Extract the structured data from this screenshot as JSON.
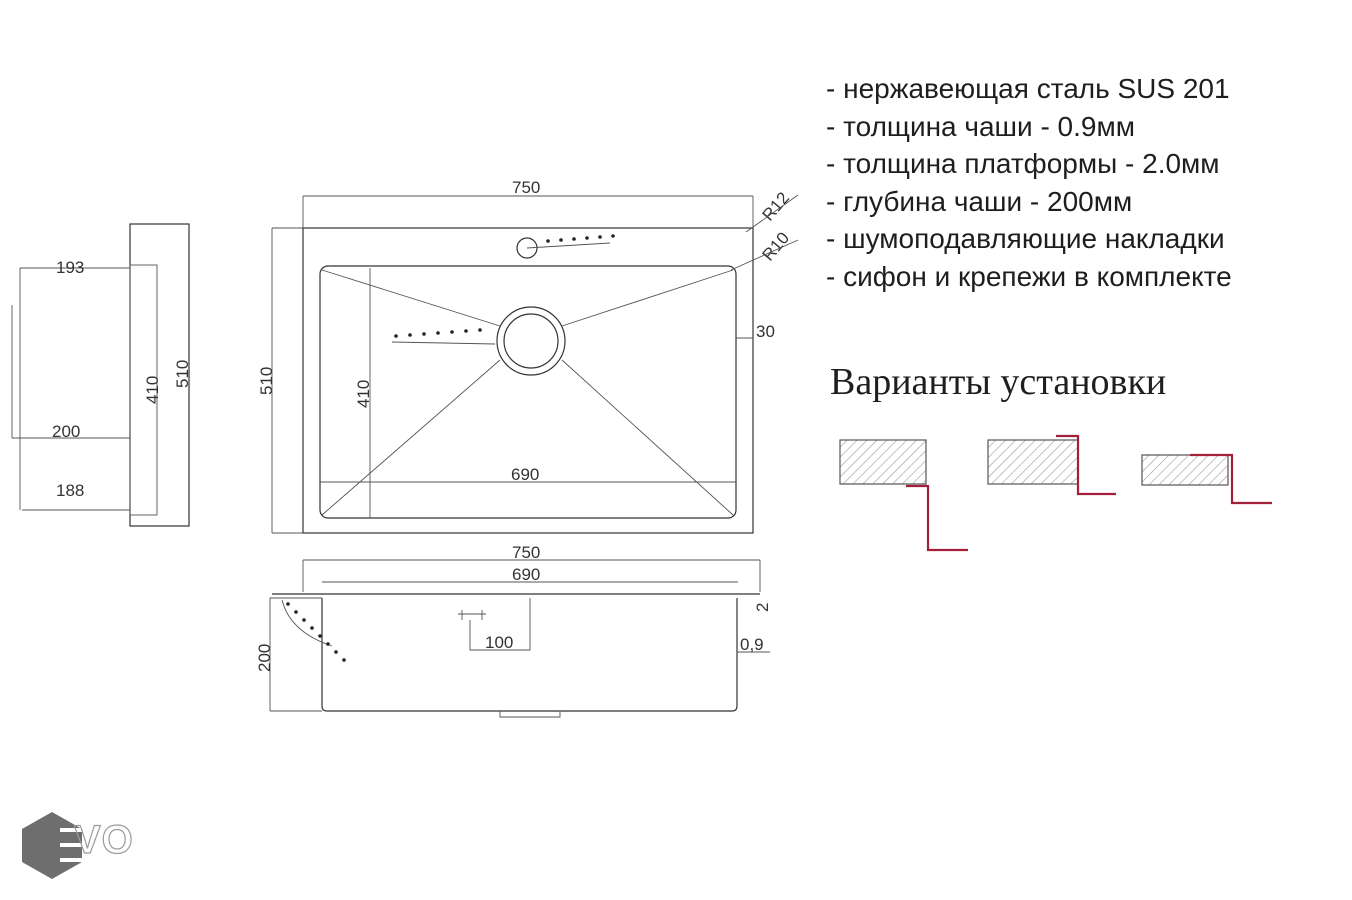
{
  "specs": [
    "- нержавеющая сталь SUS 201",
    "- толщина чаши - 0.9мм",
    "- толщина платформы - 2.0мм",
    "- глубина чаши - 200мм",
    "- шумоподавляющие накладки",
    "- сифон и крепежи в комплекте"
  ],
  "installation_title": "Варианты установки",
  "brand": {
    "text": "VO",
    "color": "#6e6e6e"
  },
  "accent_color": "#a3203a",
  "dims": {
    "top_width": "750",
    "r12": "R12",
    "r10": "R10",
    "depth_510": "510",
    "depth_410": "410",
    "bowl_width": "690",
    "rim": "30",
    "side_193": "193",
    "side_410": "410",
    "side_510": "510",
    "side_200": "200",
    "side_188": "188",
    "front_750": "750",
    "front_690": "690",
    "front_200": "200",
    "front_100": "100",
    "front_2": "2",
    "front_09": "0,9"
  }
}
